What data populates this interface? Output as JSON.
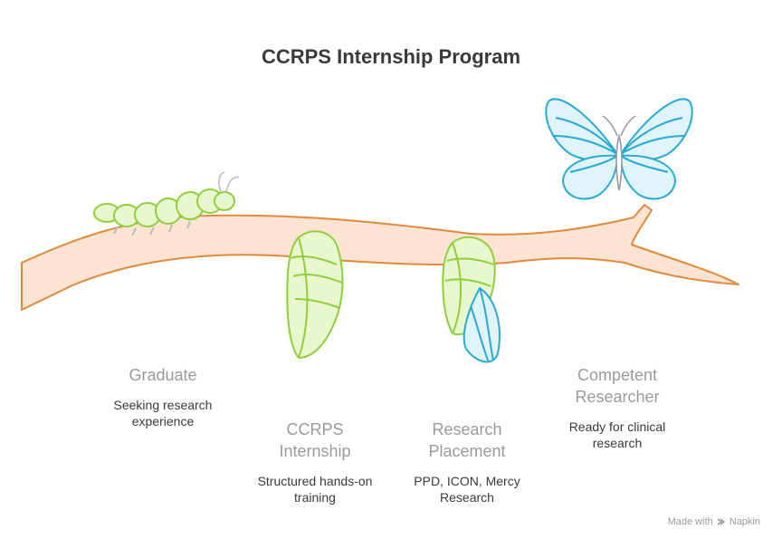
{
  "title": "CCRPS Internship Program",
  "stages": [
    {
      "title": "Graduate",
      "description": "Seeking research\nexperience"
    },
    {
      "title": "CCRPS\nInternship",
      "description": "Structured hands-on\ntraining"
    },
    {
      "title": "Research\nPlacement",
      "description": "PPD, ICON, Mercy\nResearch"
    },
    {
      "title": "Competent\nResearcher",
      "description": "Ready for clinical\nresearch"
    }
  ],
  "branding": {
    "prefix": "Made with",
    "name": "Napkin"
  },
  "colors": {
    "branch_fill": "#fde3d2",
    "branch_stroke": "#e08a3c",
    "green_fill": "#e9f7cf",
    "green_stroke": "#8fcf3c",
    "blue_fill": "#dff4fb",
    "blue_stroke": "#29a9d6",
    "title_text": "#3a3a3a",
    "label_text": "#9a9a9a"
  }
}
